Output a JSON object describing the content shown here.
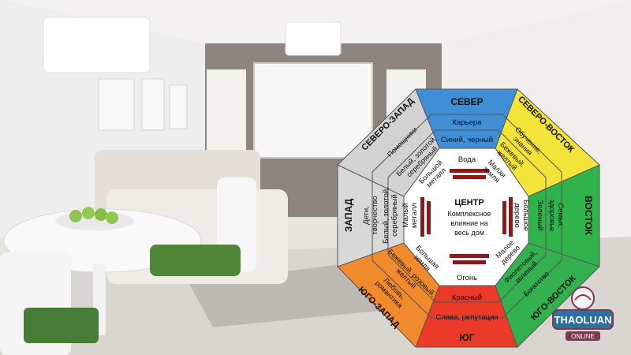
{
  "bagua": {
    "center": {
      "title": "ЦЕНТР",
      "line1": "Комплексное",
      "line2": "влияние на",
      "line3": "весь дом"
    },
    "north": {
      "title": "СЕВЕР",
      "line1": "Карьера",
      "line2": "Синий, черный",
      "line3": "Вода",
      "color": "#3f8fd6"
    },
    "northeast": {
      "title": "СЕВЕРО-ВОСТОК",
      "line1": "Обучение,",
      "line1b": "знания",
      "line2": "Бежевый,",
      "line2b": "желтый",
      "line3": "Малая",
      "line3b": "земля",
      "color": "#f3e43a"
    },
    "east": {
      "title": "ВОСТОК",
      "line1": "Семья,",
      "line1b": "здоровье",
      "line2": "Зеленый",
      "line3": "Большое",
      "line3b": "дерево",
      "color": "#2fb34a"
    },
    "southeast": {
      "title": "ЮГО-ВОСТОК",
      "line1": "Богатство",
      "line2": "Фиолетовый,",
      "line2b": "зеленый",
      "line3": "Малое",
      "line3b": "дерево",
      "color": "#33b14e"
    },
    "south": {
      "title": "ЮГ",
      "line1": "Слава, репутация",
      "line2": "Красный",
      "line3": "Огонь",
      "color": "#ec3a2a"
    },
    "southwest": {
      "title": "ЮГО-ЗАПАД",
      "line1": "Любовь,",
      "line1b": "романтика",
      "line2": "Бежевый, розовый,",
      "line2b": "желтый",
      "line3": "Большая",
      "line3b": "земля",
      "color": "#f08a2c"
    },
    "west": {
      "title": "ЗАПАД",
      "line1": "Дети,",
      "line1b": "творчество",
      "line2": "Белый, золотой,",
      "line2b": "серебряный",
      "line3": "Малый",
      "line3b": "металл",
      "color": "#d8d8d8"
    },
    "northwest": {
      "title": "СЕВЕРО-ЗАПАД",
      "line1": "Помощники",
      "line2": "Белый, золотой,",
      "line2b": "серебряный",
      "line3": "Большой",
      "line3b": "металл",
      "color": "#d2d2d2"
    }
  },
  "watermark": {
    "text": "THAOLUAN",
    "subtext": "ONLINE"
  }
}
